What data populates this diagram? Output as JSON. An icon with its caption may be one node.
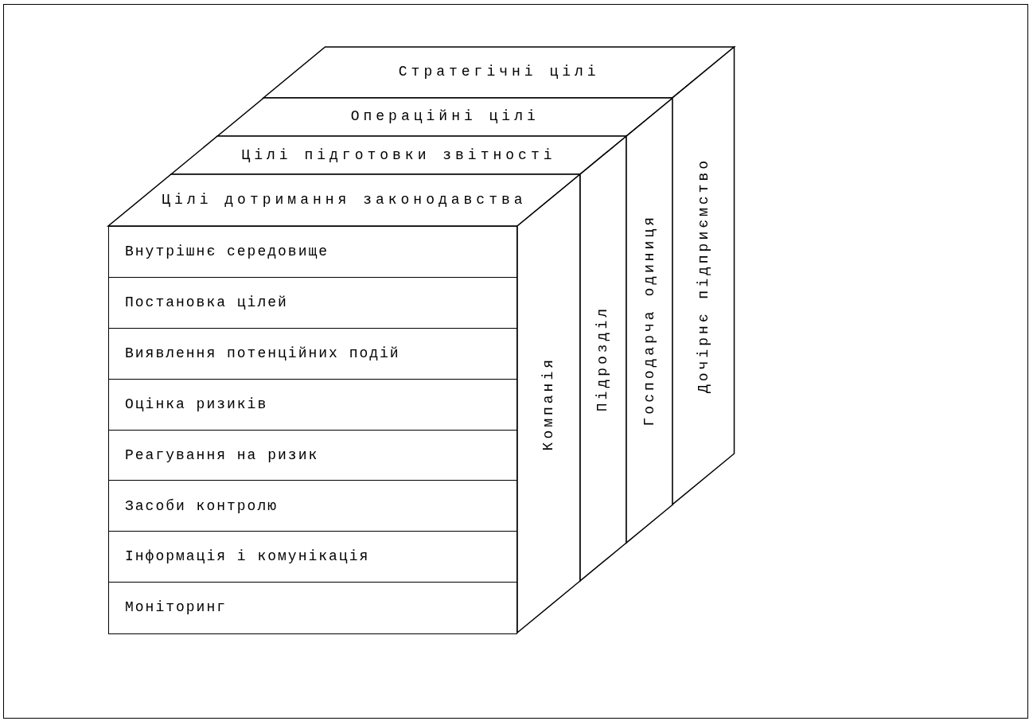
{
  "diagram": {
    "nodes": [
      {
        "text": [
          "Стратегічні цілі"
        ]
      },
      {
        "text": [
          "Операційні цілі"
        ]
      },
      {
        "text": [
          "Цілі підготовки звітності"
        ]
      },
      {
        "text": [
          "Цілі дотримання законодавства"
        ]
      },
      {
        "text": [
          "Внутрішнє середовище"
        ]
      },
      {
        "text": [
          "Постановка цілей"
        ]
      },
      {
        "text": [
          "Виявлення потенційних подій"
        ]
      },
      {
        "text": [
          "Оцінка ризиків"
        ]
      },
      {
        "text": [
          "Реагування на ризик"
        ]
      },
      {
        "text": [
          "Засоби контролю"
        ]
      },
      {
        "text": [
          "Інформація і комунікація"
        ]
      },
      {
        "text": [
          "Моніторинг"
        ]
      },
      {
        "text": [
          "Компанія"
        ]
      },
      {
        "text": [
          "Підрозділ"
        ]
      },
      {
        "text": [
          "Господарча одиниця"
        ]
      },
      {
        "text": [
          "Дочірнє підприємство"
        ]
      }
    ]
  }
}
